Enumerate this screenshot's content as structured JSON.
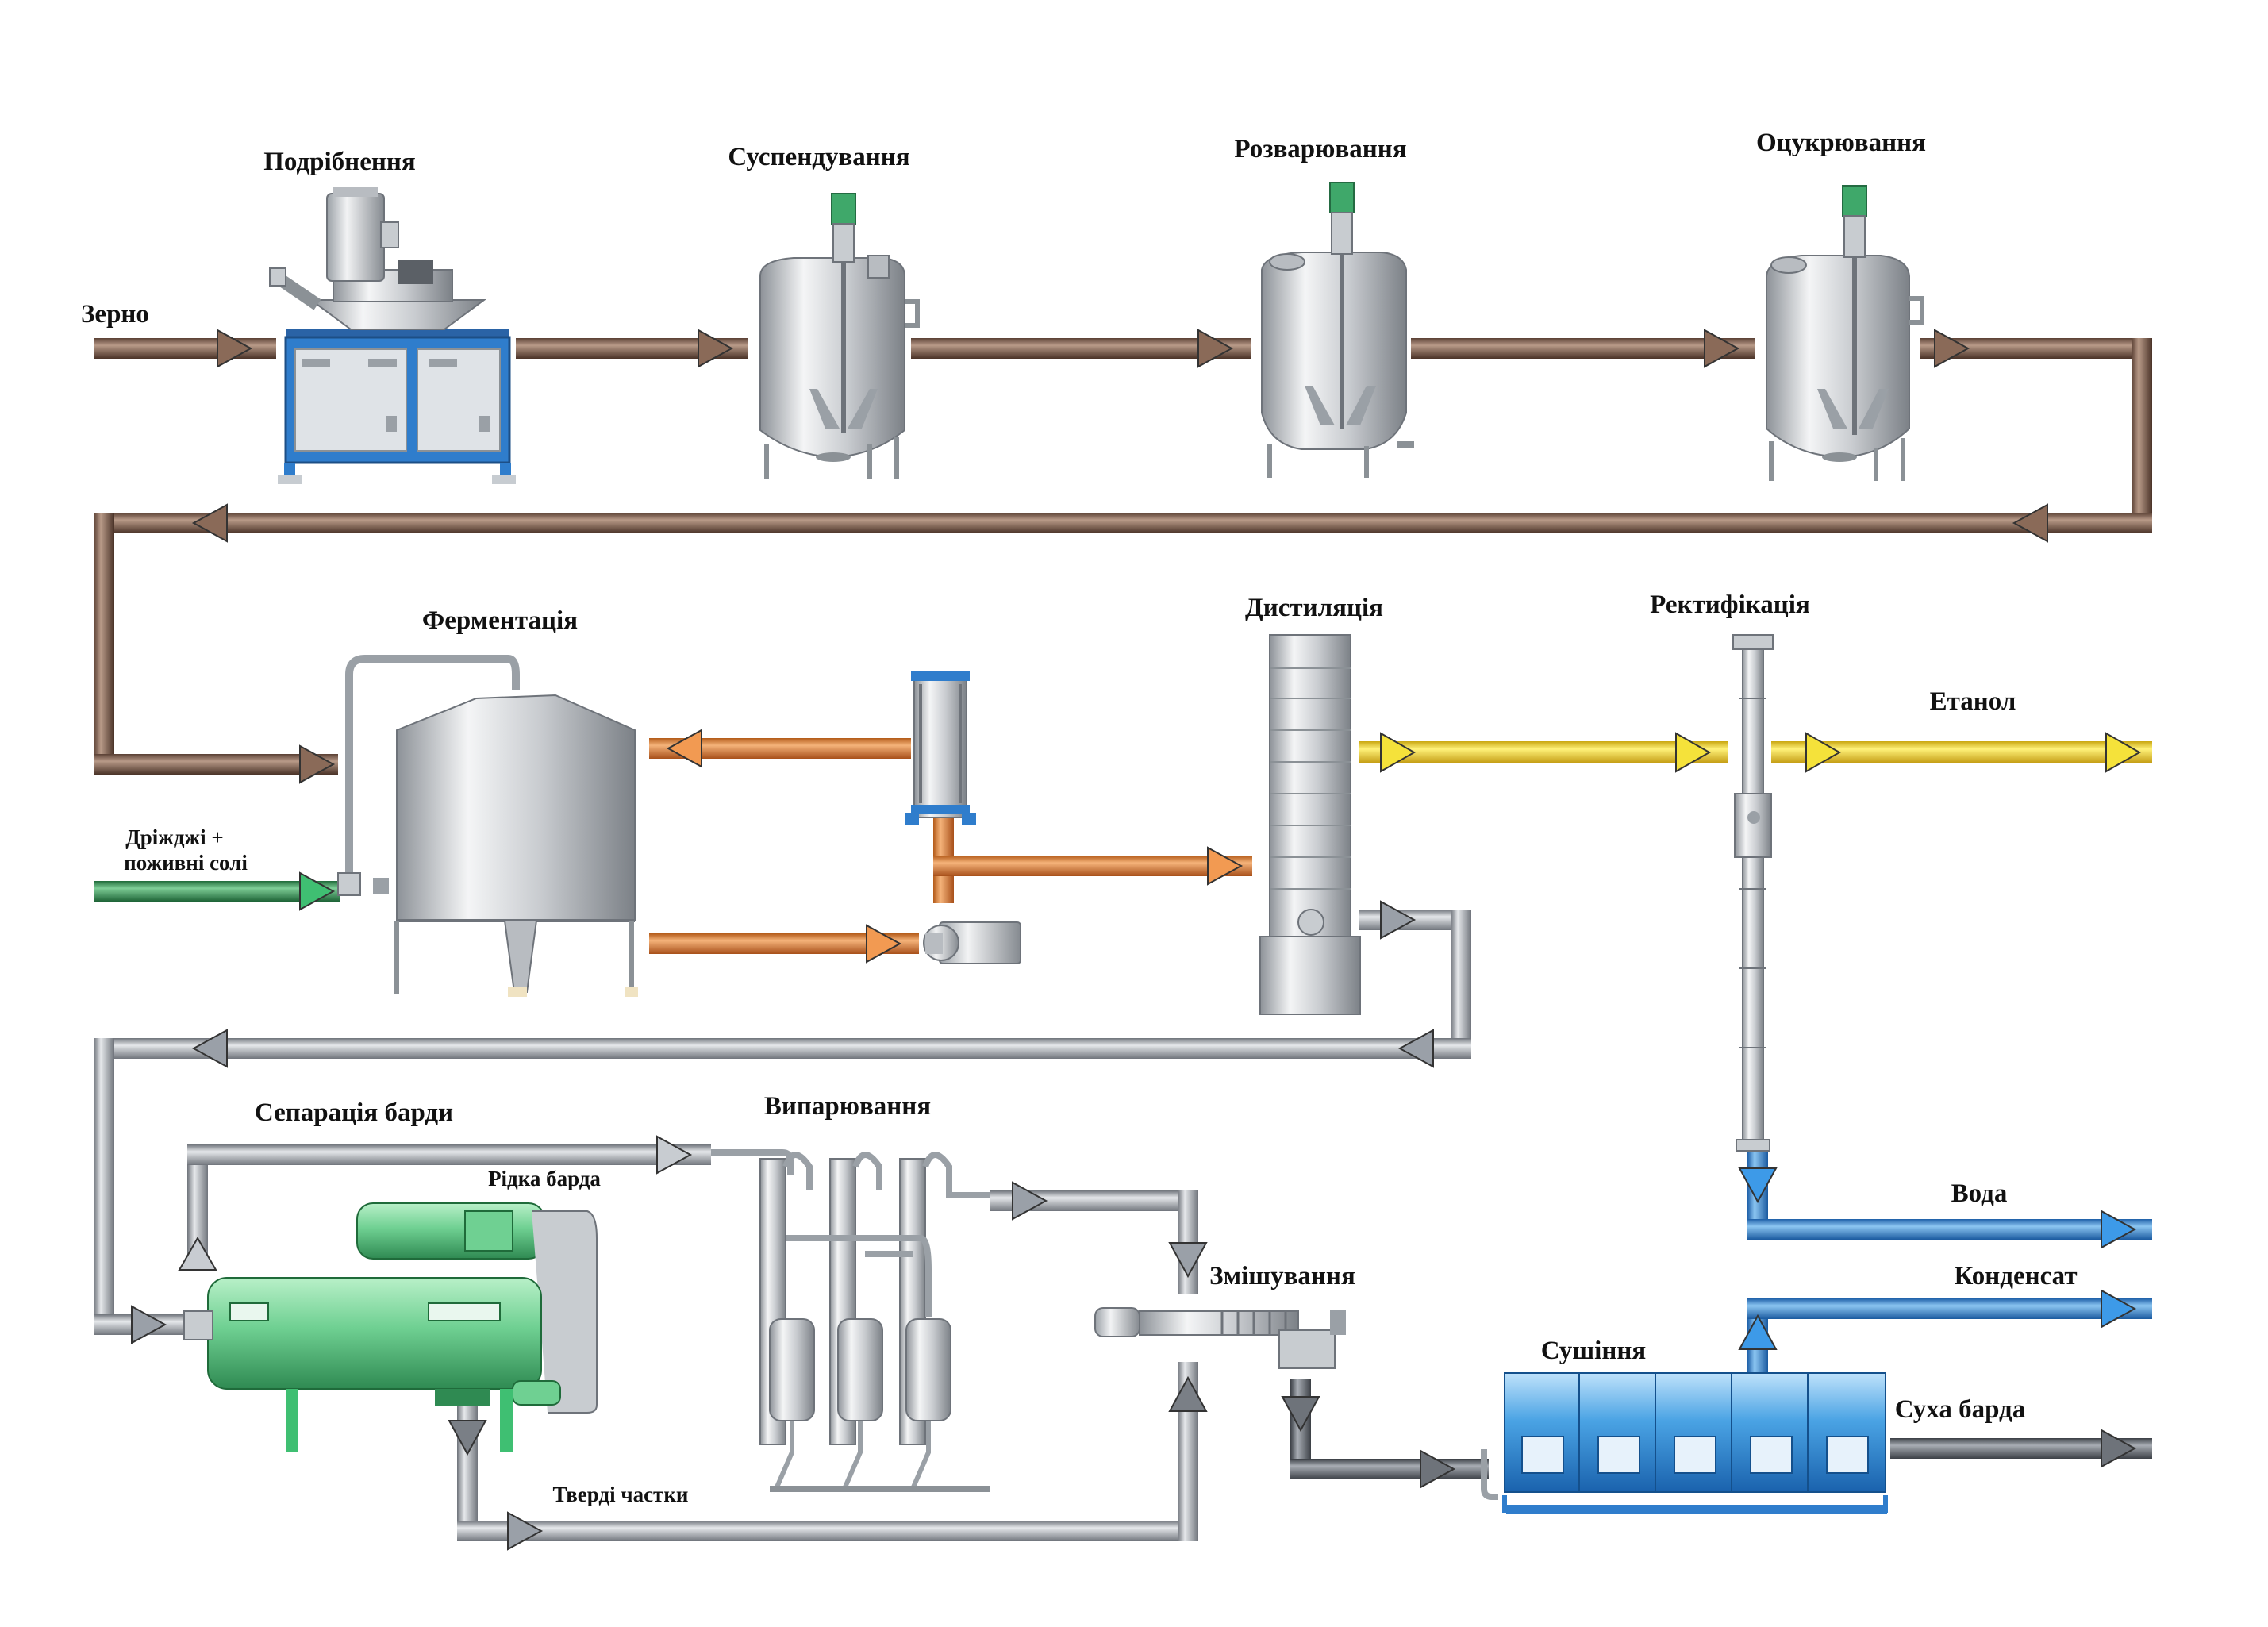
{
  "stages": {
    "grinding": "Подрібнення",
    "suspension": "Суспендування",
    "cooking": "Розварювання",
    "saccharification": "Оцукрювання",
    "fermentation": "Ферментація",
    "distillation": "Дистиляція",
    "rectification": "Ректифікація",
    "stillage_separation": "Сепарація барди",
    "evaporation": "Випарювання",
    "mixing": "Змішування",
    "drying": "Сушіння"
  },
  "streams": {
    "grain": "Зерно",
    "yeast_line1": "Дріжджі +",
    "yeast_line2": "поживні солі",
    "ethanol": "Етанол",
    "water": "Вода",
    "condensate": "Конденсат",
    "dry_stillage": "Суха барда",
    "liquid_stillage": "Рідка барда",
    "solids": "Тверді частки"
  },
  "colors": {
    "mash_pipe": "#8a6a58",
    "ferment_pipe": "#e08a3a",
    "ethanol_pipe": "#f0d23a",
    "yeast_pipe": "#3d9b5e",
    "stillage_pipe": "#9aa0a8",
    "dark_pipe": "#6e737a",
    "water_pipe": "#3d90d8",
    "frame_blue": "#2f7dcc",
    "separator_green": "#6fd092",
    "dryer_blue": "#3a8fd6",
    "steel": "#d4d7db"
  }
}
